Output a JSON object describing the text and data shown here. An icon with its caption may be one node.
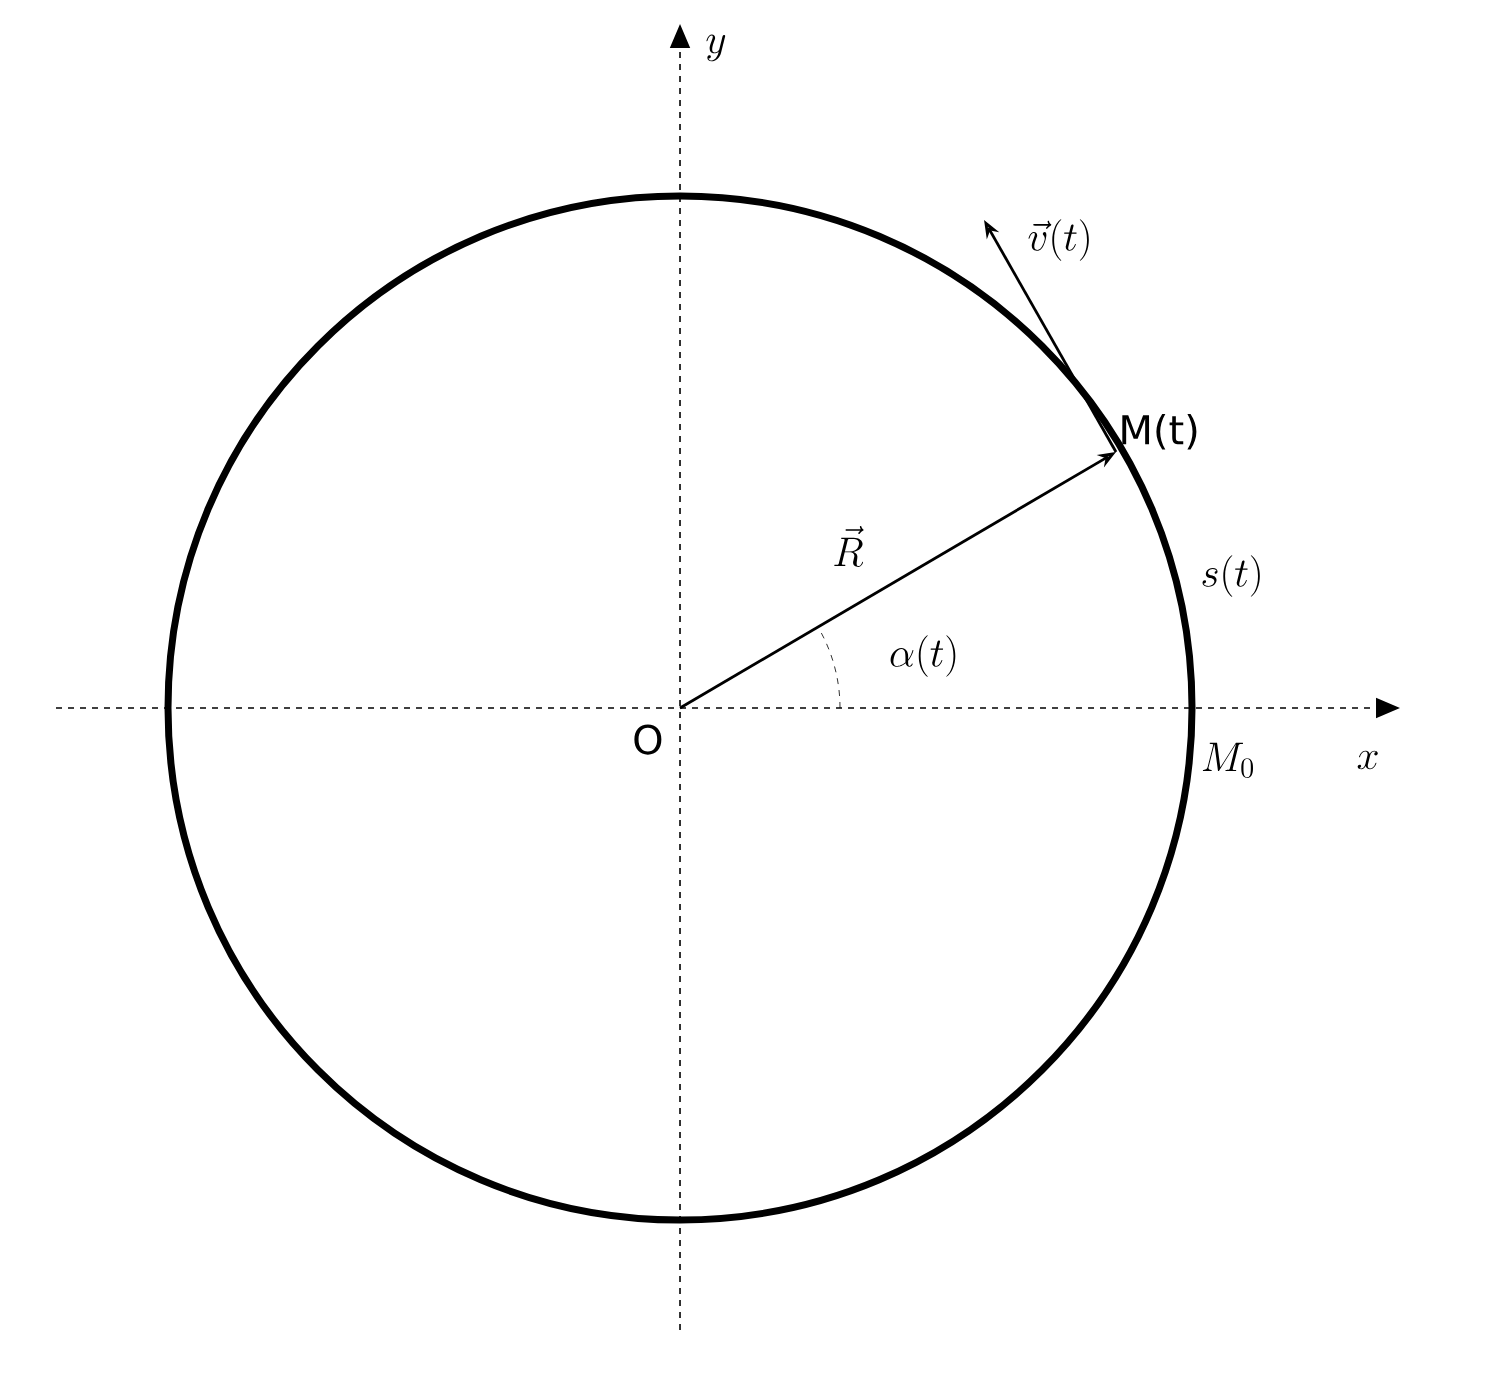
{
  "diagram": {
    "nodes": [
      {
        "text": [
          "O"
        ]
      },
      {
        "text": [
          "M(t)"
        ]
      }
    ],
    "edges": [
      {
        "from": 0,
        "to": 1,
        "arrow": "to",
        "label": "\\vec{R}"
      },
      {
        "from": 1,
        "to": null,
        "arrow": "to",
        "label": "\\vec{v}(t)"
      }
    ],
    "labels": [
      "y",
      "\\alpha(t)",
      "s(t)",
      "x",
      "M_0"
    ]
  }
}
